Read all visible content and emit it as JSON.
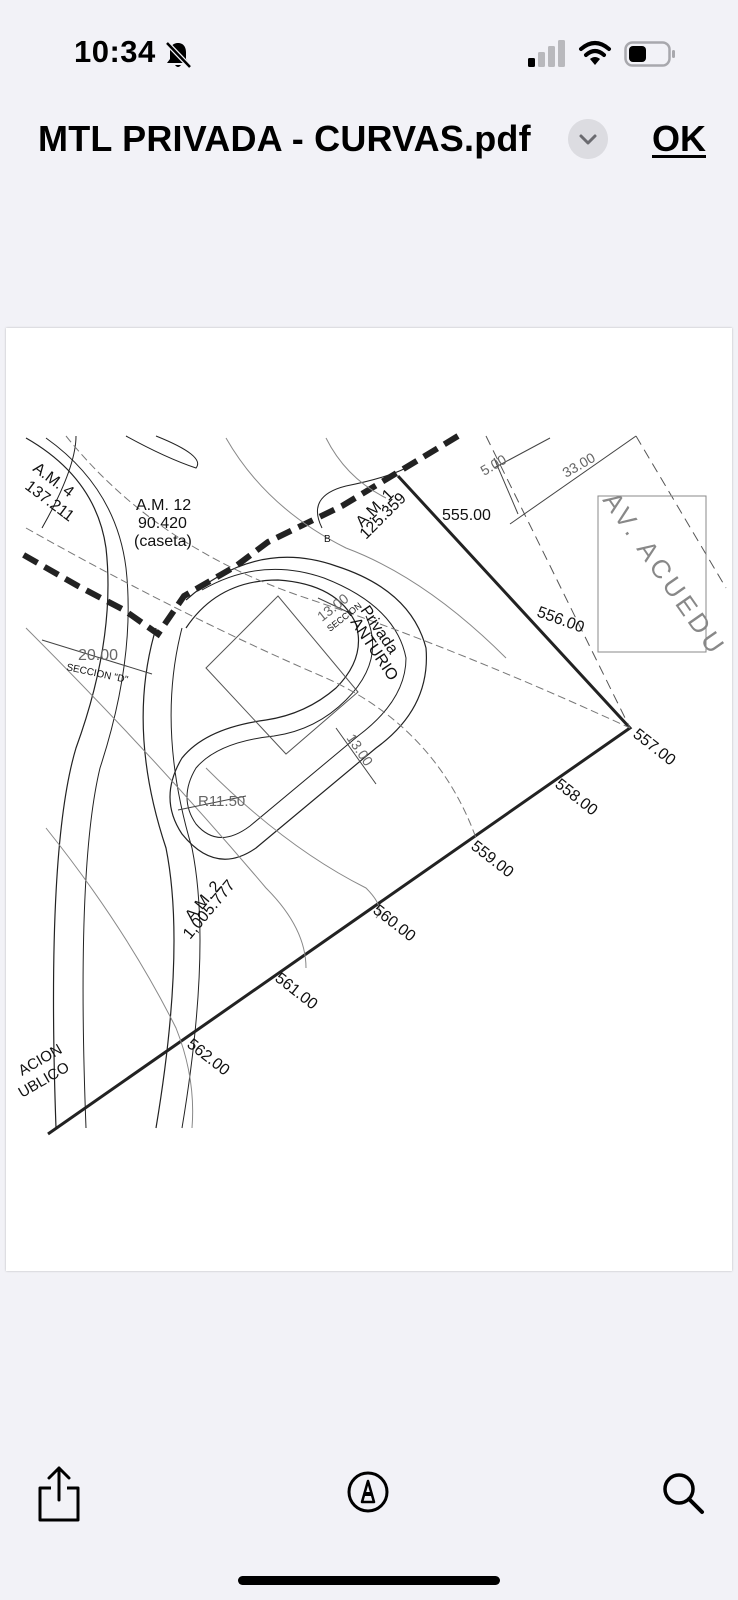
{
  "status_bar": {
    "time": "10:34",
    "icons": [
      "bell-slash-icon",
      "cellular-signal-icon",
      "wifi-icon",
      "battery-icon"
    ]
  },
  "nav": {
    "title": "MTL PRIVADA - CURVAS.pdf",
    "chevron_icon": "chevron-down-icon",
    "done_label": "OK"
  },
  "document": {
    "labels": {
      "am4_name": "A.M. 4",
      "am4_area": "137.211",
      "am12_name": "A.M. 12",
      "am12_area": "90.420",
      "am12_note": "(caseta)",
      "am1_name": "A.M. 1",
      "am1_area": "125.359",
      "am2_name": "A.M. 2",
      "am2_area": "1,005.777",
      "street_type": "Privada",
      "street_name": "ANTURIO",
      "avenue": "AV. ACUEDU",
      "section_d_width": "20.00",
      "section_d_label": "SECCION \"D\"",
      "section_width_1": "13.00",
      "section_label": "SECCION",
      "section_width_2": "13.00",
      "radius": "R11.50",
      "dim_5": "5.00",
      "dim_33": "33.00",
      "b_mark": "B",
      "area_cut_1": "ACION",
      "area_cut_2": "UBLICO"
    },
    "contours": [
      "555.00",
      "556.00",
      "557.00",
      "558.00",
      "559.00",
      "560.00",
      "561.00",
      "562.00"
    ]
  },
  "toolbar": {
    "icons": [
      "share-icon",
      "markup-icon",
      "search-icon"
    ]
  }
}
